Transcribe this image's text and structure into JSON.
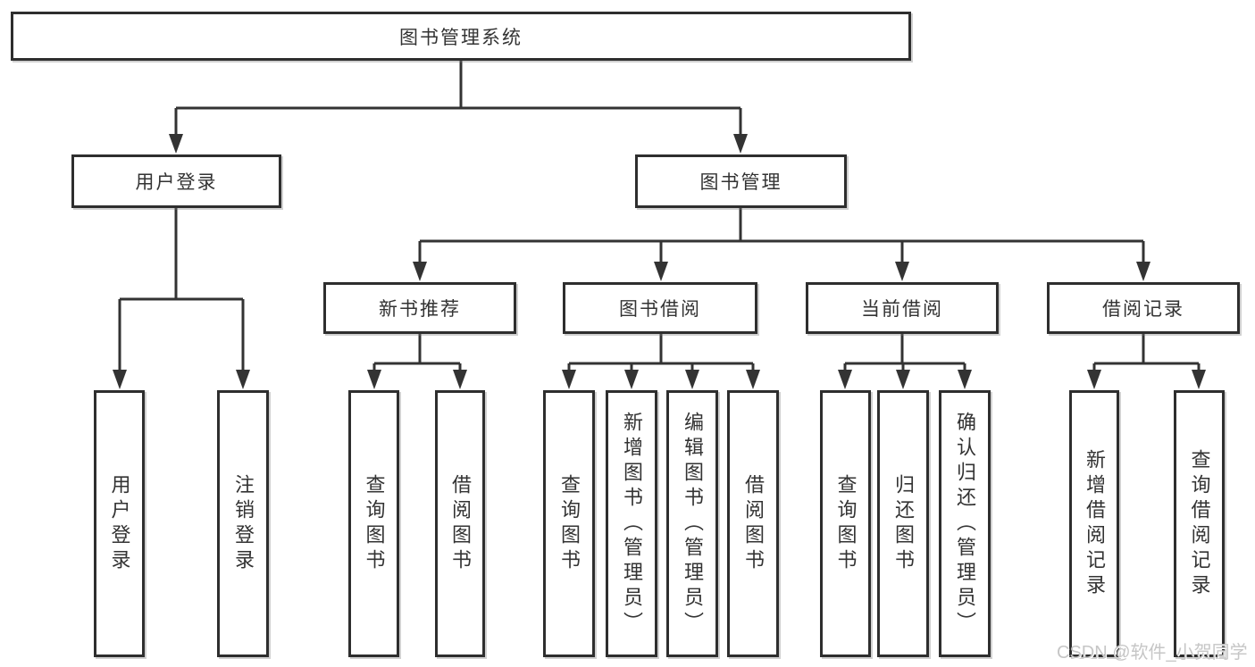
{
  "nodes": {
    "root": {
      "label": "图书管理系统"
    },
    "user_login": {
      "label": "用户登录"
    },
    "book_mgmt": {
      "label": "图书管理"
    },
    "new_book_rec": {
      "label": "新书推荐"
    },
    "book_borrow": {
      "label": "图书借阅"
    },
    "current_borrow": {
      "label": "当前借阅"
    },
    "borrow_records": {
      "label": "借阅记录"
    },
    "leaves": {
      "user_login": {
        "label": "用户登录"
      },
      "logout": {
        "label": "注销登录"
      },
      "nb_query": {
        "label": "查询图书"
      },
      "nb_borrow": {
        "label": "借阅图书"
      },
      "bb_query": {
        "label": "查询图书"
      },
      "bb_add": {
        "label": "新增图书（管理员）"
      },
      "bb_edit": {
        "label": "编辑图书（管理员）"
      },
      "bb_borrow": {
        "label": "借阅图书"
      },
      "cb_query": {
        "label": "查询图书"
      },
      "cb_return": {
        "label": "归还图书"
      },
      "cb_confirm": {
        "label": "确认归还（管理员）"
      },
      "br_add": {
        "label": "新增借阅记录"
      },
      "br_query": {
        "label": "查询借阅记录"
      }
    }
  },
  "watermark": {
    "text": "CSDN @软件_小贺同学"
  },
  "colors": {
    "line": "#333333",
    "box_border": "#2e2e2e",
    "text": "#333333",
    "background": "#ffffff",
    "watermark": "#c6c6c6"
  }
}
